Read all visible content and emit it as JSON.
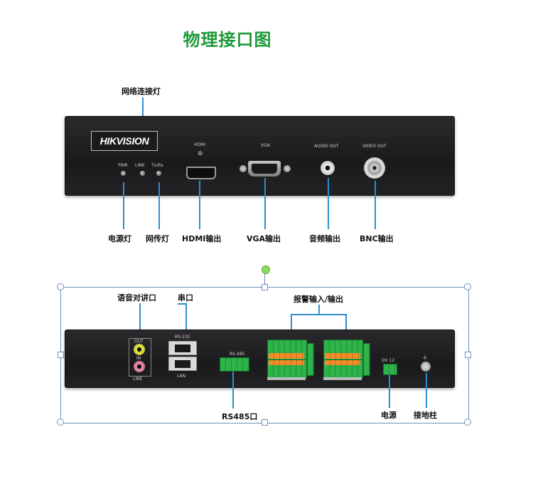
{
  "title": "物理接口图",
  "top": {
    "brand": "HIKVISION",
    "panel_labels": {
      "pwr": "PWR",
      "link": "LINK",
      "txrx": "Tx/Rx",
      "hdmi": "HDMI",
      "vga": "VGA",
      "audio_out": "AUDIO OUT",
      "video_out": "VIDEO OUT"
    },
    "callouts": {
      "network_led": "网络连接灯",
      "power_led": "电源灯",
      "data_led": "网传灯",
      "hdmi_out": "HDMI输出",
      "vga_out": "VGA输出",
      "audio_out": "音频输出",
      "bnc_out": "BNC输出"
    }
  },
  "bottom": {
    "panel_labels": {
      "out": "OUT",
      "in": "IN",
      "line": "LINE",
      "rs232": "RS-232",
      "lan": "LAN",
      "rs485": "RS-485",
      "dv12": "DV 12"
    },
    "callouts": {
      "intercom": "语音对讲口",
      "serial": "串口",
      "alarm_io": "报警输入/输出",
      "rs485": "RS485口",
      "power": "电源",
      "ground": "接地柱"
    }
  }
}
